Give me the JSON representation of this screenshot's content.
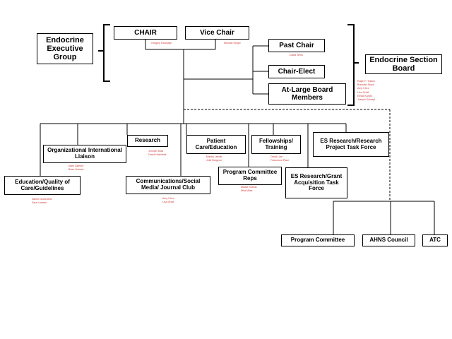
{
  "groups": {
    "exec": "Endocrine Executive Group",
    "section": "Endocrine Section Board"
  },
  "boxes": {
    "chair": "CHAIR",
    "vice_chair": "Vice Chair",
    "past_chair": "Past Chair",
    "chair_elect": "Chair-Elect",
    "at_large": "At-Large Board Members",
    "research": "Research",
    "patient_care": "Patient Care/Education",
    "fellowships": "Fellowships/ Training",
    "es_research_project": "ES Research/Research Project Task Force",
    "org_liaison": "Organizational International Liaison",
    "program_reps": "Program Committee Reps",
    "es_research_grant": "ES Research/Grant Acquisition Task Force",
    "education_quality": "Education/Quality of Care/Guidelines",
    "communications": "Communications/Social Media/ Journal Club",
    "program_committee": "Program Committee",
    "ahns_council": "AHNS Council",
    "atc": "ATC"
  },
  "names": {
    "chair": [
      "Gregory Randolph"
    ],
    "vice_chair": [
      "Michael Singer"
    ],
    "past_chair": [
      "David Terris"
    ],
    "section_board": [
      "Ralph P. Tufano",
      "Brendan Stack",
      "Amy Chen",
      "Lisa Orloff",
      "Emad Kandil",
      "Joseph Scharpf"
    ],
    "research": [
      "Jennifer Kidd",
      "David Hatchette"
    ],
    "patient_care": [
      "Masha Lesnik",
      "Jolie Borgeon"
    ],
    "fellowships": [
      "David Lam",
      "Francesco Piasi"
    ],
    "org_liaison": [
      "Mark Zafereo",
      "Brian Holmes"
    ],
    "program_reps": [
      "Maisie Shindo",
      "Mira Milas"
    ],
    "education_quality": [
      "Salem Noureldine",
      "Sara Loewen"
    ],
    "communications": [
      "Amy Chen",
      "Lisa Orloff"
    ]
  }
}
